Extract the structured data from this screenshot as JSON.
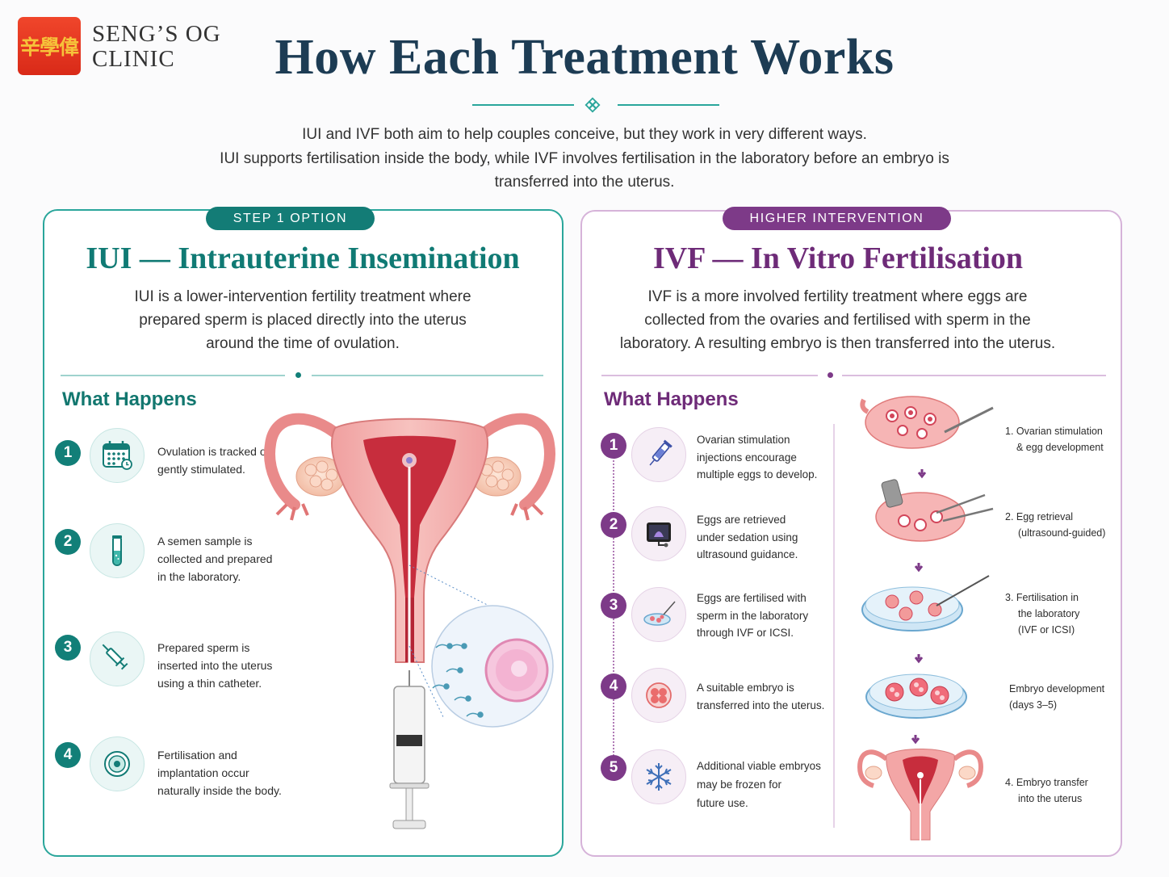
{
  "header": {
    "logo_chars": "辛學偉",
    "clinic_line1": "SENG’S OG",
    "clinic_line2": "CLINIC",
    "title": "How Each Treatment Works",
    "intro_line1": "IUI and IVF both aim to help couples conceive, but they work in very different ways.",
    "intro_line2": "IUI supports fertilisation inside the body,  while IVF involves fertilisation in the laboratory before an embryo is",
    "intro_line3": "transferred into the uterus."
  },
  "iui": {
    "badge": "STEP 1 OPTION",
    "title": "IUI — Intrauterine Insemination",
    "desc_line1": "IUI is a lower-intervention fertility treatment where",
    "desc_line2": "prepared sperm is placed directly into the uterus",
    "desc_line3": "around the time of ovulation.",
    "what_happens": "What Happens",
    "steps": [
      {
        "num": "1",
        "icon": "calendar-icon",
        "lines": [
          "Ovulation is tracked or",
          "gently stimulated."
        ]
      },
      {
        "num": "2",
        "icon": "test-tube-icon",
        "lines": [
          "A semen sample is",
          "collected and prepared",
          "in the laboratory."
        ]
      },
      {
        "num": "3",
        "icon": "syringe-icon",
        "lines": [
          "Prepared sperm is",
          "inserted into the uterus",
          "using a thin catheter."
        ]
      },
      {
        "num": "4",
        "icon": "egg-cell-icon",
        "lines": [
          "Fertilisation and",
          "implantation occur",
          "naturally inside the body."
        ]
      }
    ]
  },
  "ivf": {
    "badge": "HIGHER INTERVENTION",
    "title": "IVF — In Vitro Fertilisation",
    "desc_line1": "IVF is a more involved fertility treatment where eggs are",
    "desc_line2": "collected from the ovaries and fertilised with sperm in the",
    "desc_line3": "laboratory. A resulting embryo is then transferred into the uterus.",
    "what_happens": "What Happens",
    "steps": [
      {
        "num": "1",
        "icon": "injection-pen-icon",
        "lines": [
          "Ovarian stimulation",
          "injections encourage",
          "multiple eggs to develop."
        ]
      },
      {
        "num": "2",
        "icon": "ultrasound-monitor-icon",
        "lines": [
          "Eggs are retrieved",
          "under sedation using",
          "ultrasound guidance."
        ]
      },
      {
        "num": "3",
        "icon": "petri-dish-icon",
        "lines": [
          "Eggs are fertilised with",
          "sperm in the laboratory",
          "through IVF or ICSI."
        ]
      },
      {
        "num": "4",
        "icon": "embryo-icon",
        "lines": [
          "A suitable embryo is",
          "transferred into the uterus."
        ]
      },
      {
        "num": "5",
        "icon": "snowflake-icon",
        "lines": [
          "Additional viable embryos",
          "may be frozen for",
          "future use."
        ]
      }
    ],
    "process": [
      {
        "lines": [
          "1.  Ovarian stimulation",
          "& egg development"
        ]
      },
      {
        "lines": [
          "2.  Egg retrieval",
          "(ultrasound-guided)"
        ]
      },
      {
        "lines": [
          "3.  Fertilisation in",
          "the laboratory",
          "(IVF or ICSI)"
        ]
      },
      {
        "lines": [
          "Embryo development",
          "(days 3–5)"
        ]
      },
      {
        "lines": [
          "4.  Embryo transfer",
          "into the uterus"
        ]
      }
    ]
  },
  "colors": {
    "teal": "#127f78",
    "purple": "#7d3a88",
    "navy": "#1d3c54"
  }
}
